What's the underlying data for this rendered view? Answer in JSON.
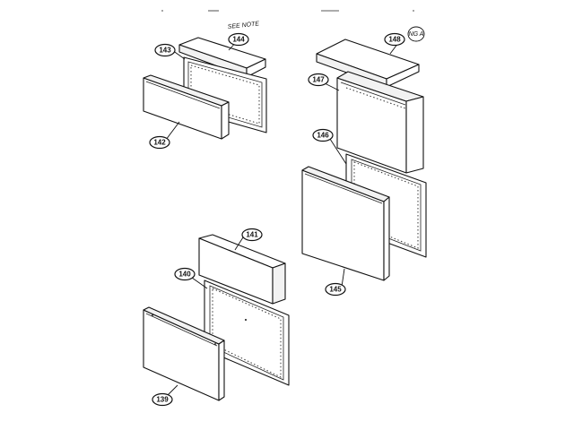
{
  "diagram": {
    "note": "SEE NOTE",
    "handwritten_tag": "NG A",
    "footer_left": "",
    "footer_right": ""
  },
  "callouts": {
    "p139": "139",
    "p140": "140",
    "p141": "141",
    "p142": "142",
    "p143": "143",
    "p144": "144",
    "p145": "145",
    "p146": "146",
    "p147": "147",
    "p148": "148"
  }
}
